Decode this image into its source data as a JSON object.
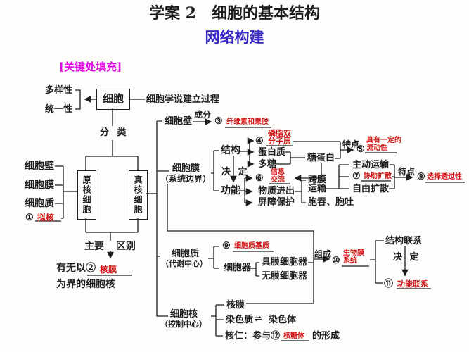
{
  "header": {
    "title": "学案 2　细胞的基本结构",
    "subtitle": "网络构建",
    "key_note": "[关键处填充]"
  },
  "colors": {
    "ink": "#1d1d1d",
    "red": "#d01212",
    "blue": "#3a2bc4",
    "magenta": "#e10ae1"
  },
  "root": {
    "diversity": "多样性",
    "unity": "统一性",
    "cell": "细胞",
    "cell_theory": "细胞学说建立过程",
    "classify": "分 类"
  },
  "types": {
    "prokaryote": "原核细胞",
    "eukaryote": "真核细胞",
    "prok_features": [
      "细胞壁",
      "细胞膜",
      "细胞质"
    ],
    "num1": "①",
    "blank1": "拟核",
    "diff_label": "主要 区别",
    "diff_pre": "有无以②",
    "blank2": "核膜",
    "diff_post": "为界的细胞核"
  },
  "wall": {
    "label": "细胞壁",
    "relation": "成分",
    "num3": "③",
    "blank3": "纤维素和果胶"
  },
  "membrane": {
    "line1": "细胞膜",
    "line2": "（系统边界）",
    "structure": "结构",
    "decide": "决 定",
    "function": "功能",
    "num4": "④",
    "phospholipid1": "磷脂双",
    "phospholipid2": "分子层",
    "protein": "蛋白质",
    "polysaccharide": "多糖",
    "glycoprotein": "糖蛋白",
    "feature1": "特点",
    "num5": "⑤",
    "fluidity1": "具有一定的",
    "fluidity2": "流动性",
    "num6": "⑥",
    "info1": "信息",
    "info2": "交流",
    "material": "物质进出",
    "barrier": "屏障保护",
    "trans1": "跨膜",
    "trans2": "运输",
    "endo": "胞吞、胞吐",
    "active": "主动运输",
    "num7": "⑦",
    "facilitated": "协助扩散",
    "free": "自由扩散",
    "feature2": "特点",
    "num8": "⑧",
    "selective": "选择透过性"
  },
  "cytoplasm": {
    "line1": "细胞质",
    "line2": "（代谢中心）",
    "num9": "⑨",
    "matrix": "细胞质基质",
    "organelle": "细胞器",
    "with_mem": "具膜细胞器",
    "without_mem": "无膜细胞器",
    "compose": "组成",
    "num10": "⑩",
    "bio1": "生物膜",
    "bio2": "系统",
    "structural": "结构联系",
    "decide": "决 定",
    "num11": "⑪",
    "functional": "功能联系"
  },
  "nucleus": {
    "line1": "细胞核",
    "line2": "（控制中心）",
    "membrane": "核膜",
    "chromatin": "染色质",
    "equilibrium": "⇌",
    "chromosome": "染色体",
    "nucleolus": "核仁：参与⑫",
    "blank12": "核糖体",
    "formation": "的形成"
  }
}
